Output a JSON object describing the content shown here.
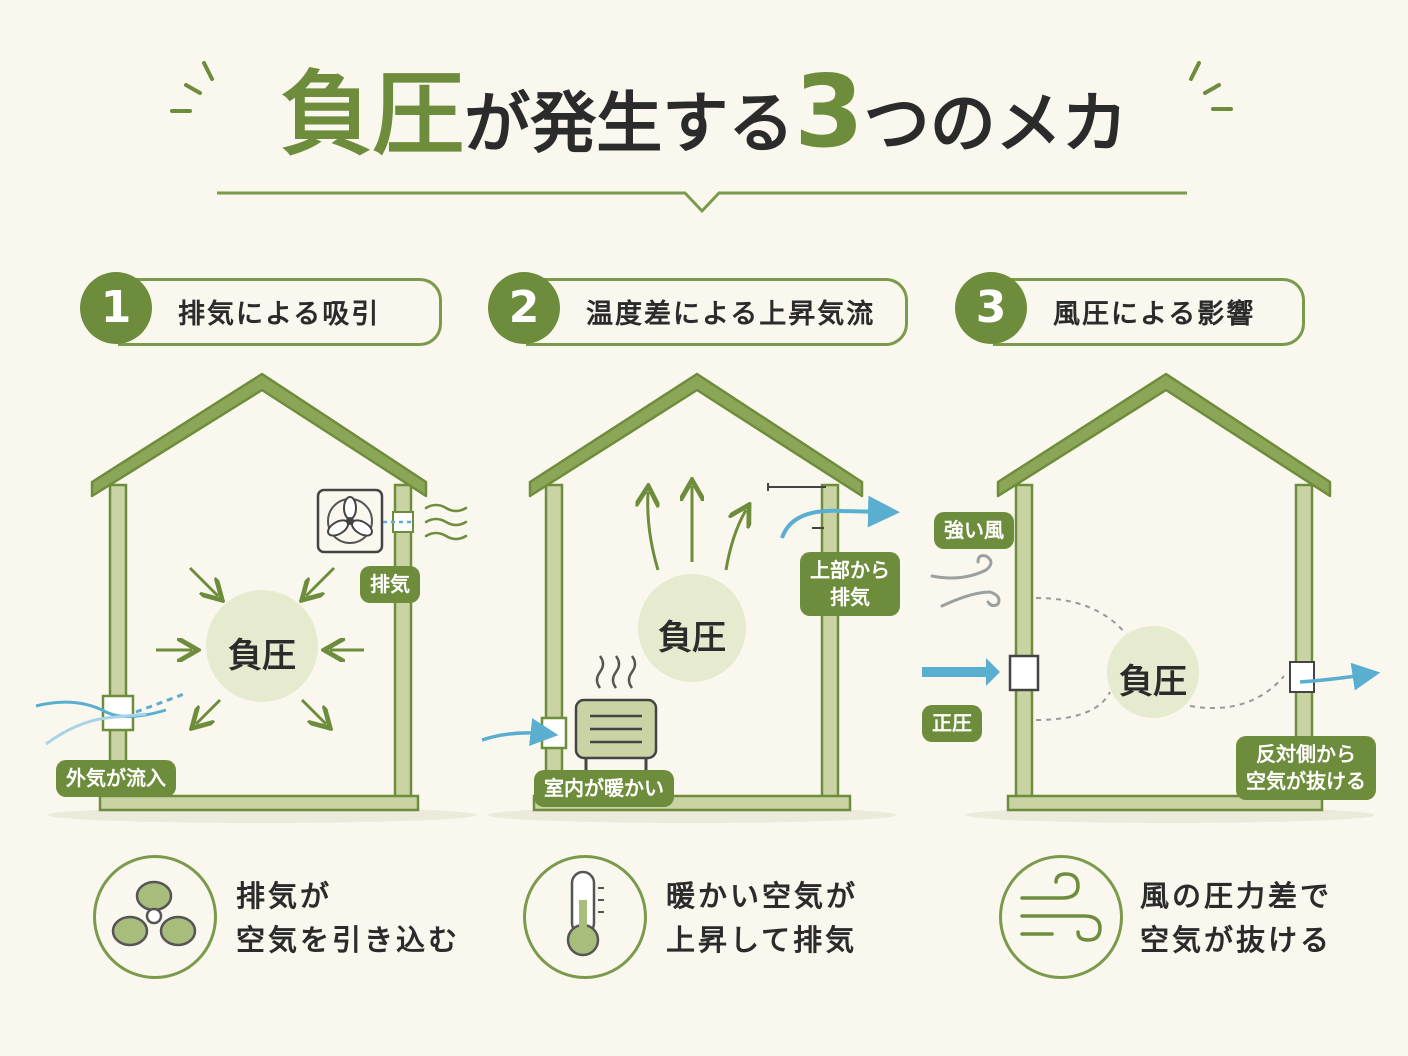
{
  "title": {
    "part1": "負圧",
    "part2": "が発生する",
    "part3": "3",
    "part4": "つのメカ"
  },
  "sections": [
    {
      "number": "1",
      "label": "排気による吸引",
      "center_label": "負圧",
      "badges": {
        "exhaust": "排気",
        "inflow": "外気が流入"
      },
      "summary_line1": "排気が",
      "summary_line2": "空気を引き込む",
      "icon": "fan-icon"
    },
    {
      "number": "2",
      "label": "温度差による上昇気流",
      "center_label": "負圧",
      "badges": {
        "top_exhaust_line1": "上部から",
        "top_exhaust_line2": "排気",
        "warm_room": "室内が暖かい"
      },
      "summary_line1": "暖かい空気が",
      "summary_line2": "上昇して排気",
      "icon": "thermometer-icon"
    },
    {
      "number": "3",
      "label": "風圧による影響",
      "center_label": "負圧",
      "badges": {
        "strong_wind": "強い風",
        "positive_pressure": "正圧",
        "opposite_line1": "反対側から",
        "opposite_line2": "空気が抜ける"
      },
      "summary_line1": "風の圧力差で",
      "summary_line2": "空気が抜ける",
      "icon": "wind-icon"
    }
  ],
  "colors": {
    "green": "#6e8d3c",
    "light_green": "#e6ebcf",
    "wall": "#c9d3a4",
    "blue": "#5aaed0",
    "background": "#faf8ee"
  }
}
